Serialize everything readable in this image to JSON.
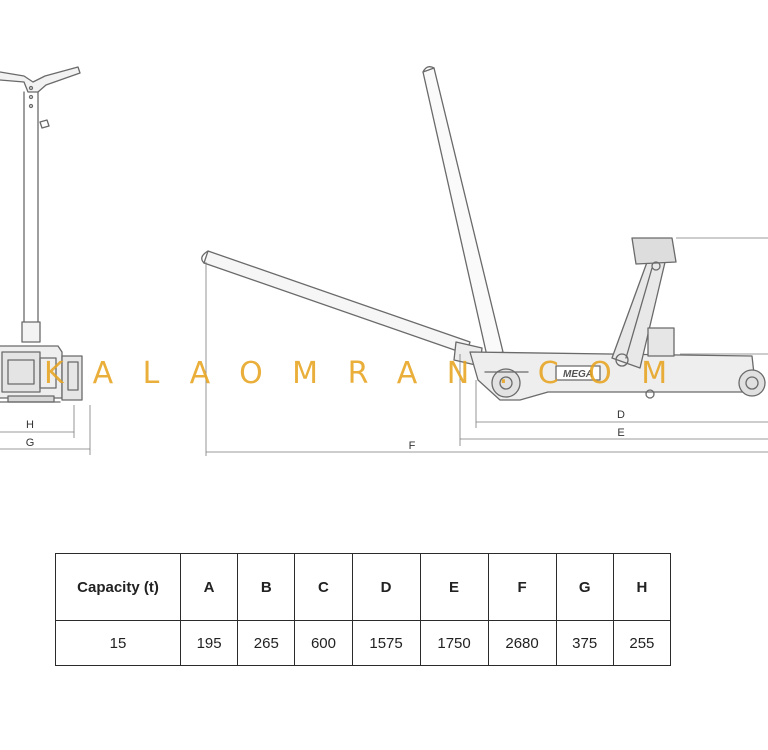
{
  "drawing": {
    "brand_mark": "MEGA",
    "dimension_labels": [
      "H",
      "G",
      "D",
      "E",
      "F"
    ]
  },
  "watermark": "KALAOMRAN.COM",
  "spec_table": {
    "headers": [
      "Capacity (t)",
      "A",
      "B",
      "C",
      "D",
      "E",
      "F",
      "G",
      "H"
    ],
    "rows": [
      [
        "15",
        "195",
        "265",
        "600",
        "1575",
        "1750",
        "2680",
        "375",
        "255"
      ]
    ]
  },
  "colors": {
    "line": "#6f6f6f",
    "body_fill": "#eeeeee",
    "watermark": "#e8a41f"
  }
}
